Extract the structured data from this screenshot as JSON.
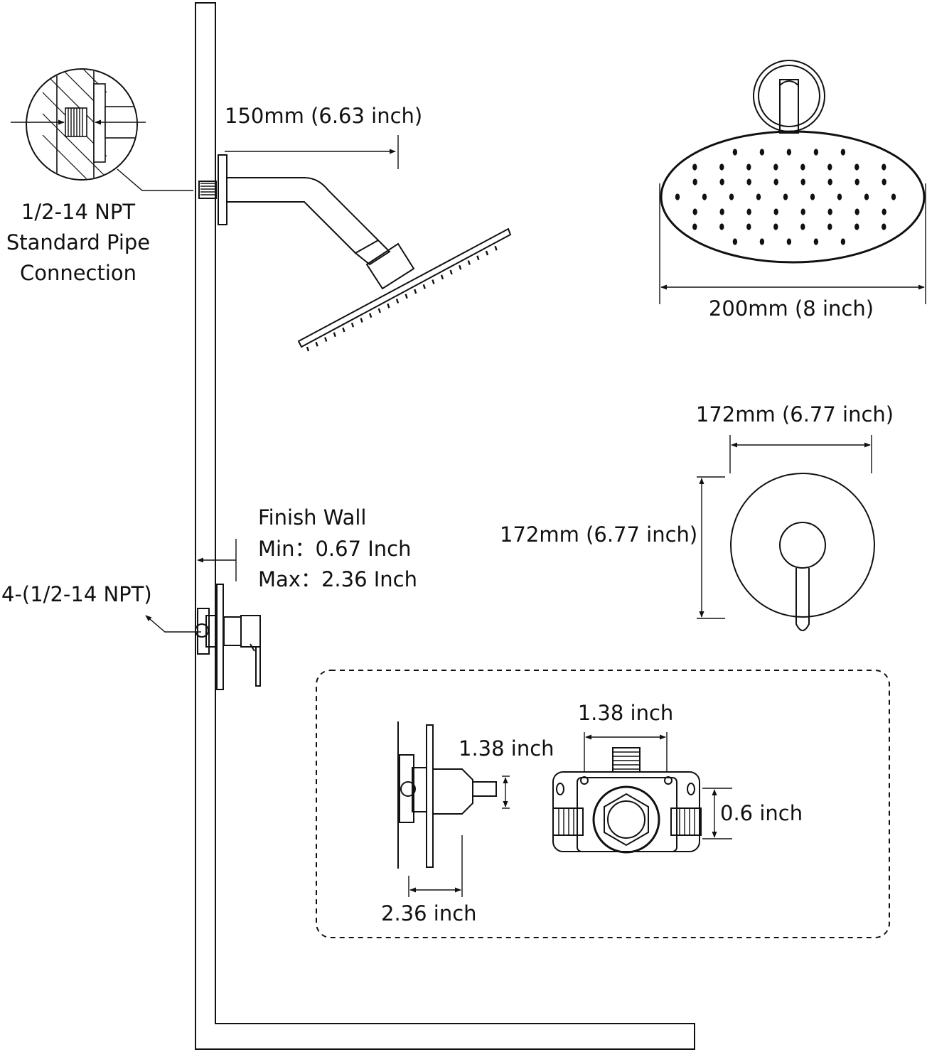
{
  "labels": {
    "arm_length": "150mm (6.63 inch)",
    "pipe_line1": "1/2-14 NPT",
    "pipe_line2": "Standard Pipe",
    "pipe_line3": "Connection",
    "head_diameter": "200mm (8 inch)",
    "plate_width": "172mm (6.77 inch)",
    "plate_height": "172mm (6.77 inch)",
    "finish_wall_title": "Finish Wall",
    "finish_wall_min": "Min：0.67 Inch",
    "finish_wall_max": "Max：2.36 Inch",
    "valve_ports": "4-(1/2-14 NPT)",
    "detail_stem": "1.38 inch",
    "detail_depth": "2.36 inch",
    "detail_body_width": "1.38 inch",
    "detail_port_height": "0.6 inch"
  },
  "colors": {
    "line": "#111111",
    "background": "#ffffff"
  }
}
